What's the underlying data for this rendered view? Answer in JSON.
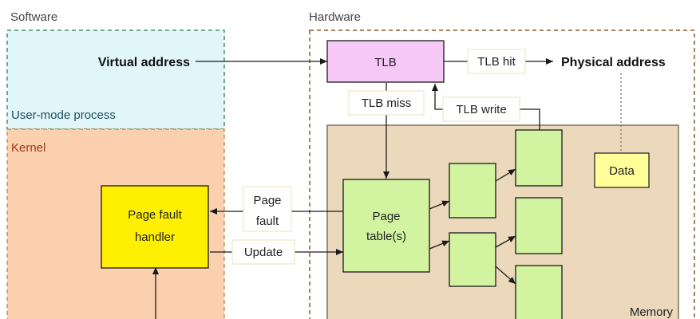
{
  "sections": {
    "software": "Software",
    "hardware": "Hardware",
    "user_mode": "User-mode process",
    "kernel": "Kernel",
    "memory": "Memory"
  },
  "nodes": {
    "virtual_address": "Virtual address",
    "tlb": "TLB",
    "physical_address": "Physical address",
    "data": "Data",
    "page_table_line1": "Page",
    "page_table_line2": "table(s)",
    "handler_line1": "Page fault",
    "handler_line2": "handler"
  },
  "edges": {
    "tlb_hit": "TLB hit",
    "tlb_miss": "TLB miss",
    "tlb_write": "TLB write",
    "page_fault_line1": "Page",
    "page_fault_line2": "fault",
    "update": "Update"
  },
  "colors": {
    "user_mode_fill": "#e0f6f8",
    "user_mode_border": "#3f8f72",
    "kernel_fill": "#fbd0ae",
    "hardware_border": "#8a5a2a",
    "memory_fill": "#ecd8ba",
    "tlb_fill": "#f5c8f5",
    "handler_fill": "#ffef00",
    "table_fill": "#d2f4a0",
    "data_fill": "#ffff99"
  }
}
